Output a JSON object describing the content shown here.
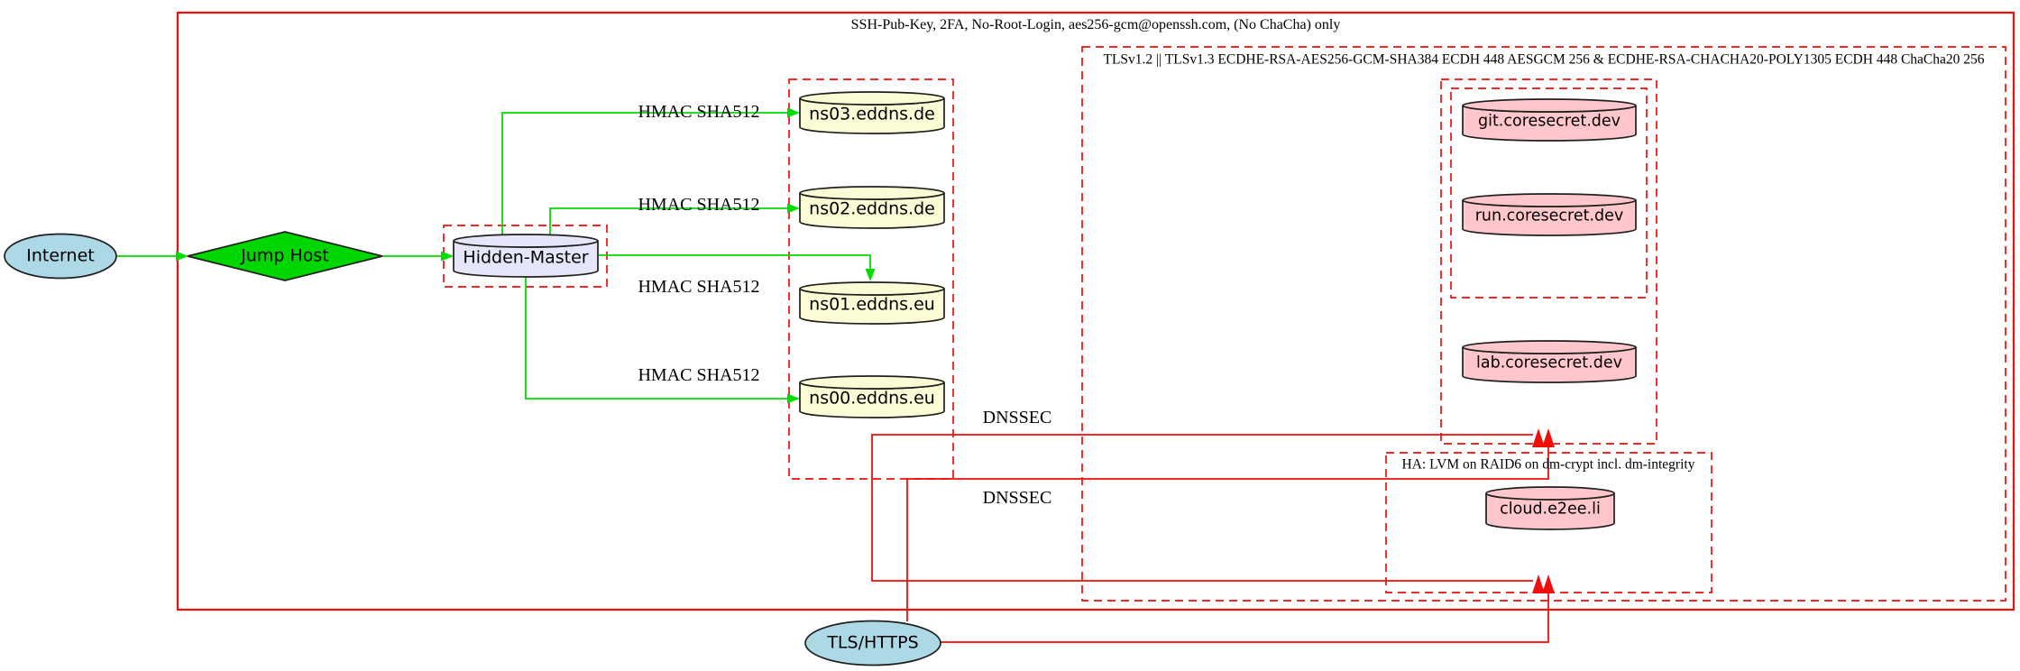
{
  "diagram": {
    "clusters": {
      "ssh": {
        "label": "SSH-Pub-Key, 2FA, No-Root-Login, aes256-gcm@openssh.com, (No ChaCha) only"
      },
      "tls": {
        "label": "TLSv1.2 || TLSv1.3 ECDHE-RSA-AES256-GCM-SHA384 ECDH 448 AESGCM 256 & ECDHE-RSA-CHACHA20-POLY1305 ECDH 448 ChaCha20 256"
      },
      "ha": {
        "label": "HA: LVM on RAID6 on dm-crypt incl. dm-integrity"
      }
    },
    "nodes": {
      "internet": {
        "label": "Internet"
      },
      "jump_host": {
        "label": "Jump Host"
      },
      "hidden_master": {
        "label": "Hidden-Master"
      },
      "ns03": {
        "label": "ns03.eddns.de"
      },
      "ns02": {
        "label": "ns02.eddns.de"
      },
      "ns01": {
        "label": "ns01.eddns.eu"
      },
      "ns00": {
        "label": "ns00.eddns.eu"
      },
      "git": {
        "label": "git.coresecret.dev"
      },
      "run": {
        "label": "run.coresecret.dev"
      },
      "lab": {
        "label": "lab.coresecret.dev"
      },
      "cloud": {
        "label": "cloud.e2ee.li"
      },
      "tls_https": {
        "label": "TLS/HTTPS"
      }
    },
    "edge_labels": {
      "hmac": "HMAC SHA512",
      "dnssec": "DNSSEC"
    },
    "colors": {
      "cluster_red": "#f20d0d",
      "edge_green": "#00dc00",
      "node_border": "#1f1f1f",
      "internet_fill": "#add8e6",
      "jump_host_fill": "#00d600",
      "hidden_master_fill": "#e6e6fa",
      "dns_fill": "#fbfbd5",
      "service_fill": "#ffc6cb",
      "tls_https_fill": "#add8e6"
    }
  }
}
